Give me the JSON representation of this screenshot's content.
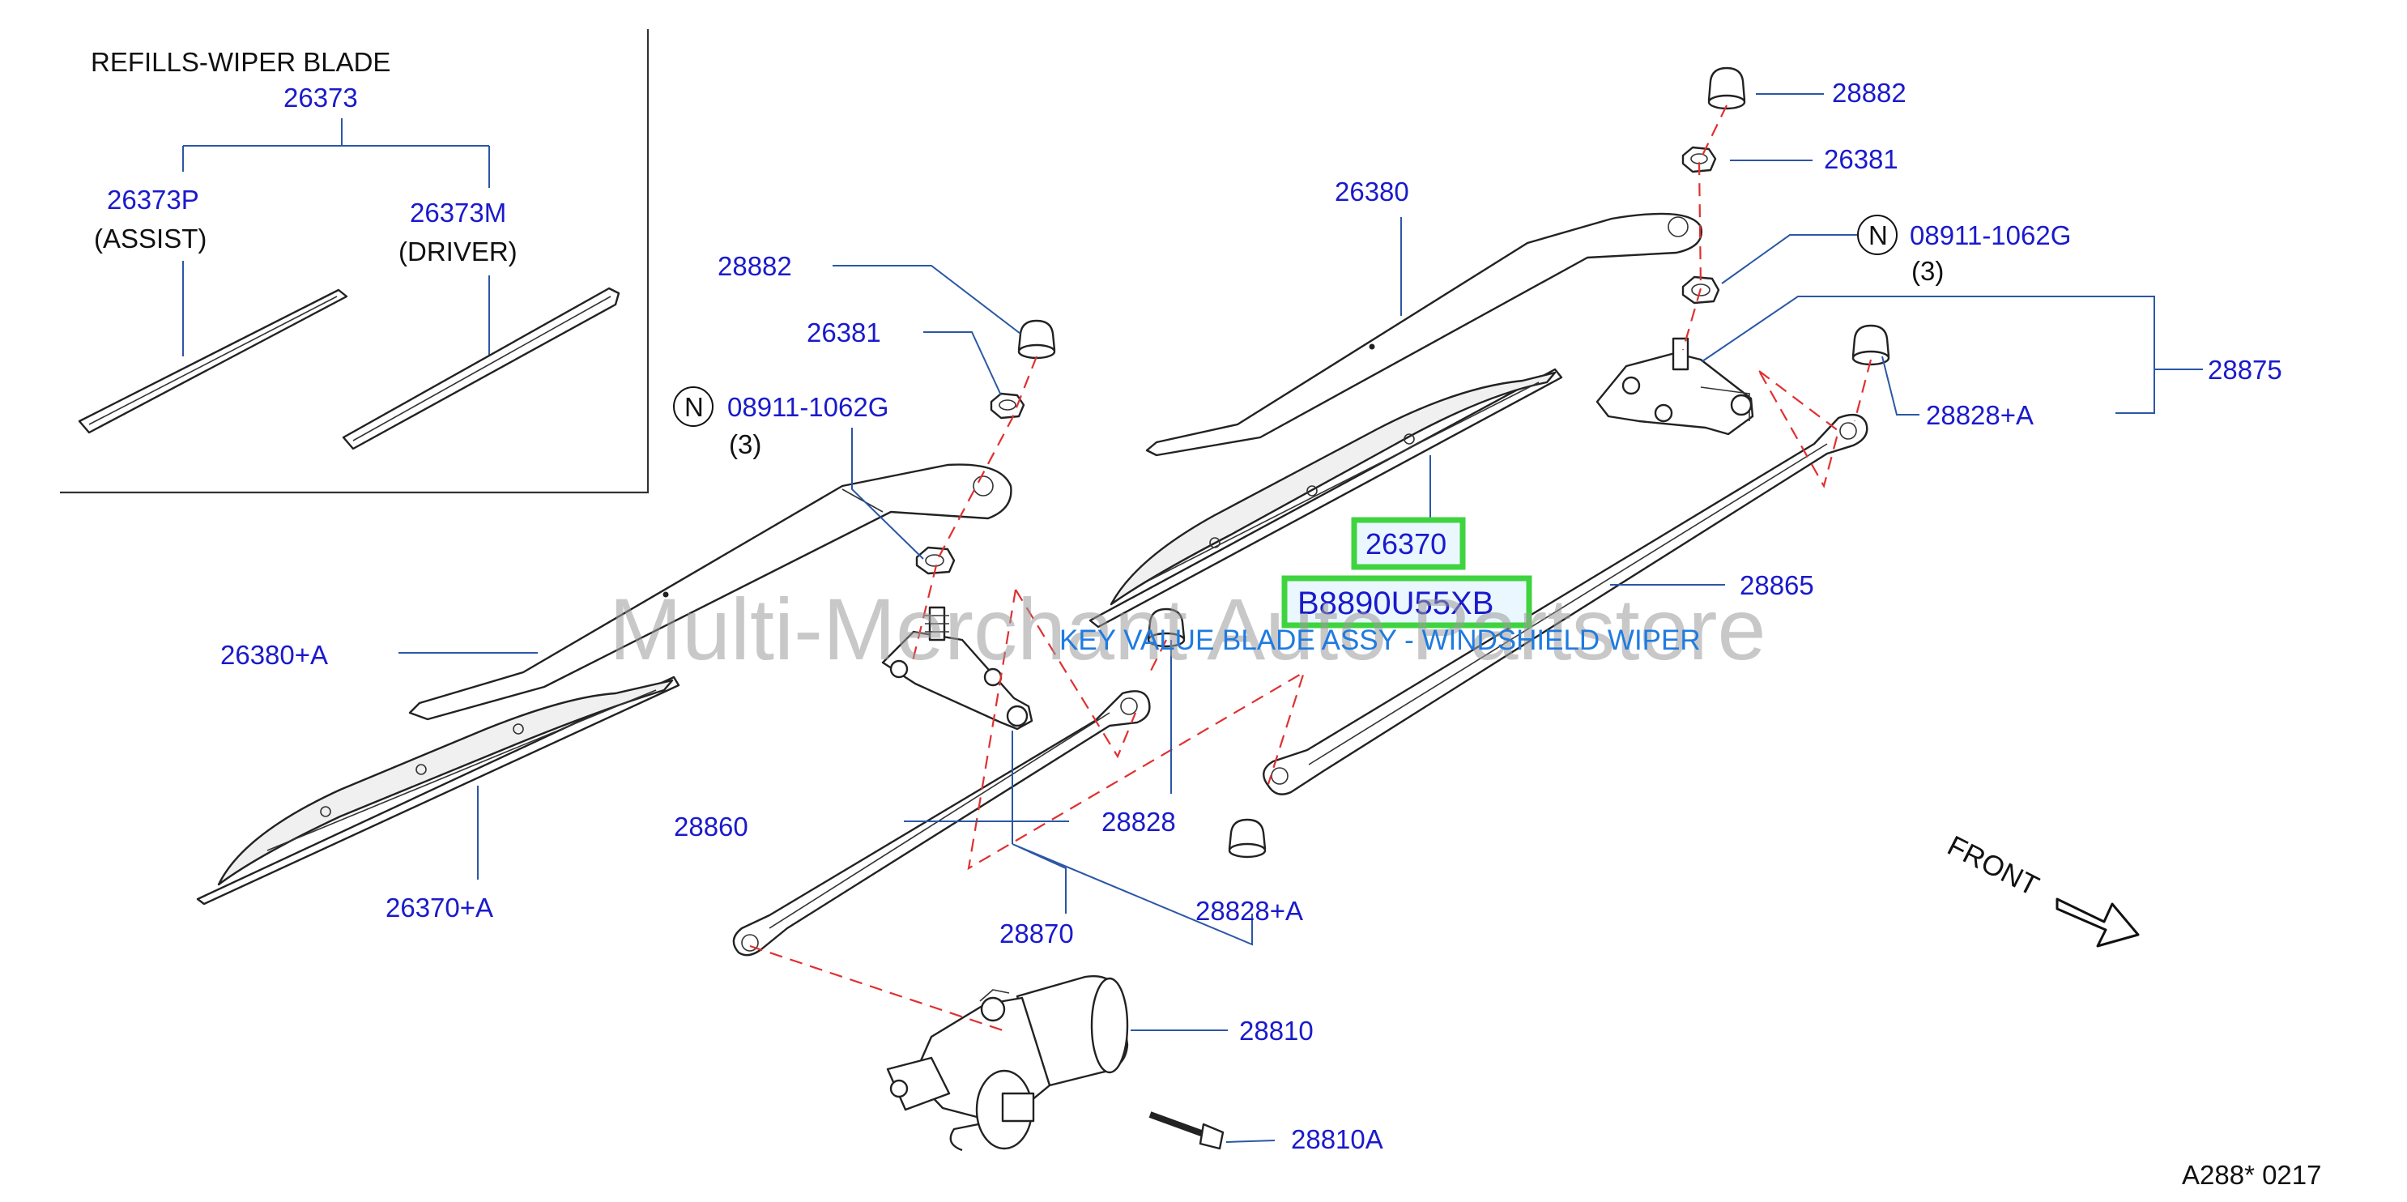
{
  "inset": {
    "title": "REFILLS-WIPER   BLADE",
    "refill_part": "26373",
    "assist_part": "26373P",
    "assist_label": "(ASSIST)",
    "driver_part": "26373M",
    "driver_label": "(DRIVER)"
  },
  "callouts": {
    "c28882_left": "28882",
    "c26381_left": "26381",
    "c08911_left": "08911-1062G",
    "c08911_left_qty": "(3)",
    "c26380A": "26380+A",
    "c26370A": "26370+A",
    "c28860": "28860",
    "c28828": "28828",
    "c28870": "28870",
    "c28828A_bottom": "28828+A",
    "c28810": "28810",
    "c28810A": "28810A",
    "c26380": "26380",
    "c28882_right": "28882",
    "c26381_right": "26381",
    "c08911_right": "08911-1062G",
    "c08911_right_qty": "(3)",
    "c28875": "28875",
    "c28828A_right": "28828+A",
    "c28865": "28865",
    "c26370_highlight": "26370",
    "n_symbol": "N"
  },
  "highlight": {
    "part_number": "B8890U55XB",
    "description": "KEY VALUE BLADE ASSY - WINDSHIELD WIPER",
    "highlight_color": "#3fd43f"
  },
  "watermark": "Multi-Merchant Auto Partstore",
  "front_label": "FRONT",
  "diagram_code": "A288*   0217",
  "colors": {
    "callout": "#1a1acc",
    "leader": "#2b57a6",
    "phantom_line": "#e03030",
    "description": "#1f7be0"
  }
}
